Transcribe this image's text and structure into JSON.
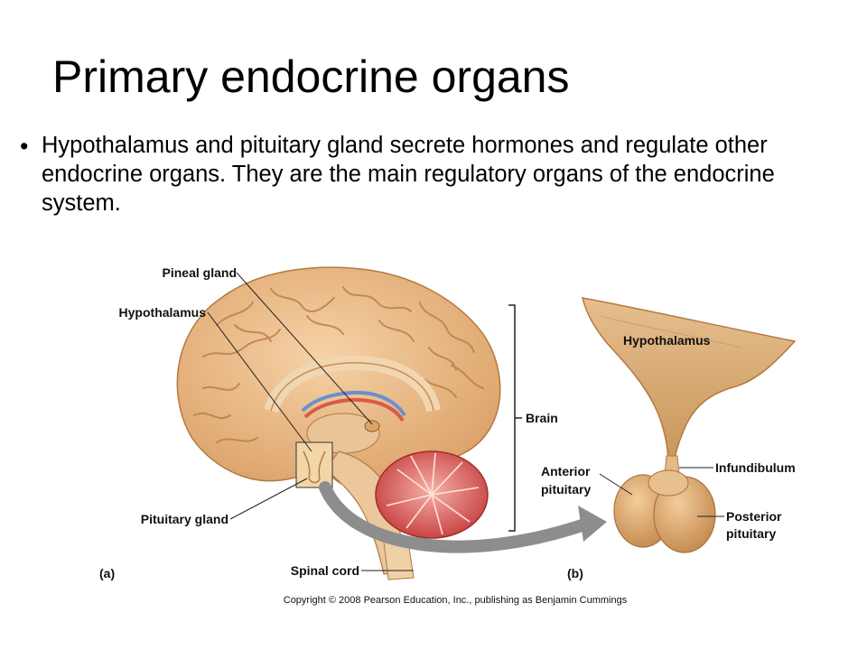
{
  "slide": {
    "title": "Primary endocrine organs",
    "bullet": "Hypothalamus and pituitary gland secrete hormones and regulate other endocrine organs.  They are the main regulatory organs of the endocrine system."
  },
  "figure": {
    "labels": {
      "pineal_gland": "Pineal gland",
      "hypothalamus_a": "Hypothalamus",
      "pituitary_gland": "Pituitary gland",
      "spinal_cord": "Spinal cord",
      "brain": "Brain",
      "panel_a": "(a)",
      "hypothalamus_b": "Hypothalamus",
      "anterior_pituitary_1": "Anterior",
      "anterior_pituitary_2": "pituitary",
      "infundibulum": "Infundibulum",
      "posterior_pituitary_1": "Posterior",
      "posterior_pituitary_2": "pituitary",
      "panel_b": "(b)"
    },
    "copyright": "Copyright © 2008 Pearson Education, Inc., publishing as Benjamin Cummings",
    "colors": {
      "brain": "#eab780",
      "brain_dark": "#c98a4f",
      "cerebellum": "#d84848",
      "hypothalamus_tissue": "#e3b57e",
      "arrow": "#8d8d8d"
    }
  }
}
